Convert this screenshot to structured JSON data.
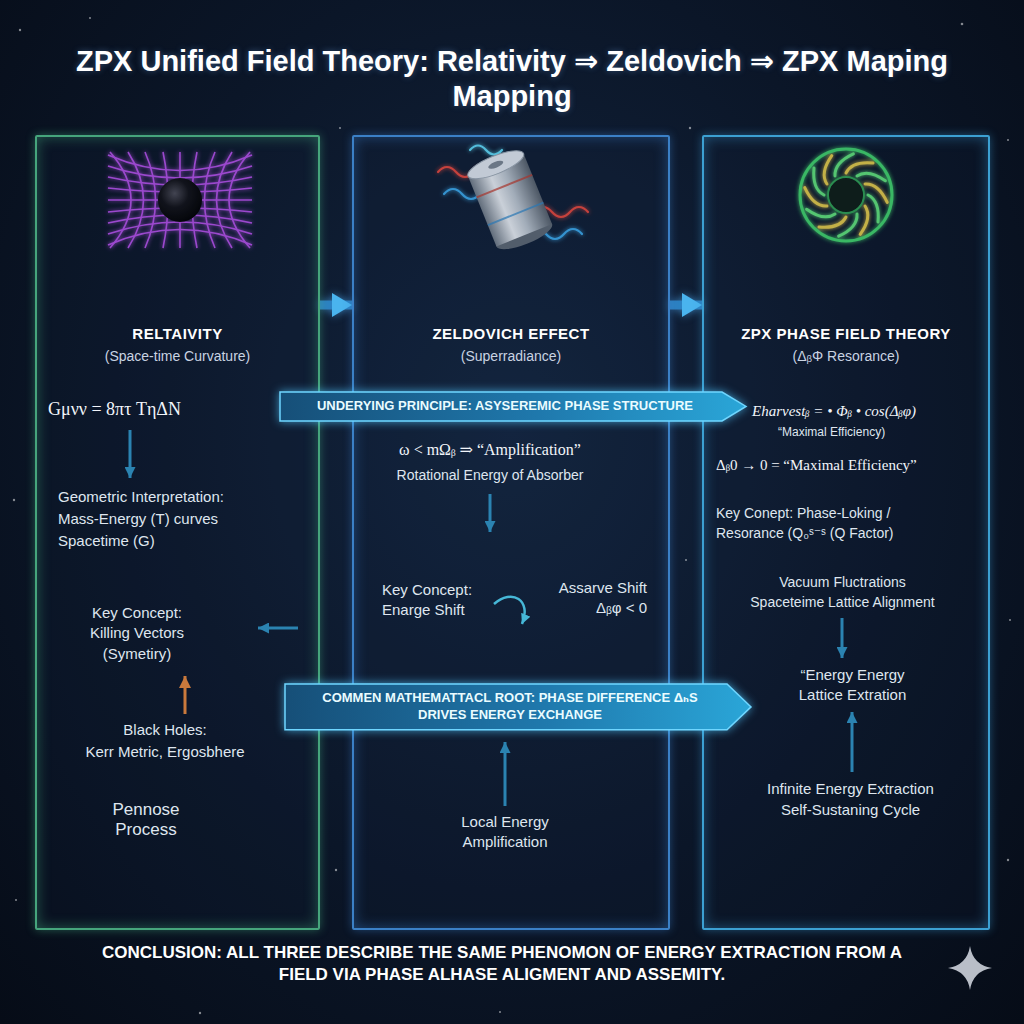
{
  "diagram": {
    "title": "ZPX Unified Field Theory: Relativity ⇒ Zeldovich ⇒ ZPX Maping Mapping",
    "caption": "CONCLUSION: ALL THREE DESCRIBE THE SAME PHENOMON OF ENERGY EXTRACTION FROM A FIELD VIA PHASE ALHASE ALIGMENT AND ASSEMITY.",
    "nodes": [
      {
        "text": [
          "RELTAIVITY",
          "(Space-time Curvature)"
        ]
      },
      {
        "text": [
          "ZELDOVICH EFFECT",
          "(Superradiance)"
        ]
      },
      {
        "text": [
          "ZPX PHASE FIELD THEORY",
          "(ΔᵦΦ Resorance)"
        ]
      },
      {
        "text": [
          "UNDERYING PRINCIPLE: ASYSEREMIC PHASE STRUCTURE"
        ]
      },
      {
        "text": [
          "COMMEN MATHEMATTACL ROOT: PHASE DIFFERENCE ΔₕS DRIVES ENERGY EXCHANGE"
        ]
      }
    ],
    "edges": [
      {
        "from": 0,
        "to": 1,
        "arrow": "to"
      },
      {
        "from": 1,
        "to": 2,
        "arrow": "to"
      }
    ],
    "labels": [
      "Gμνν = 8πτ TηΔN",
      "Geometric Interpretation: Mass-Energy (T) curves Spacetime (G)",
      "Key Concept: Killing Vectors (Symetiry)",
      "Black Holes:",
      "Kerr Metric, Ergosbhere",
      "Pennose Process",
      "ω < mΩᵦ ⇒ “Amplification”",
      "Rotational Energy of Absorber",
      "Key Concept: Enarge Shift",
      "Assarve Shift Δᵦφ < 0",
      "Local Energy Amplification",
      "Eharvestᵦ = • Φᵦ • cos(Δᵦφ)",
      "“Maximal Efficiency)",
      "Δᵦ0 → 0 = “Maximal Efficiency”",
      "Key Conept: Phase-Loking / Resorance (Q₀ˢ⁻ˢ (Q Factor)",
      "Vacuum Fluctrations Spaceteime Lattice Alignment",
      "“Energy Energy Lattice Extration",
      "Infinite Energy Extraction Self-Sustaning Cycle"
    ]
  }
}
